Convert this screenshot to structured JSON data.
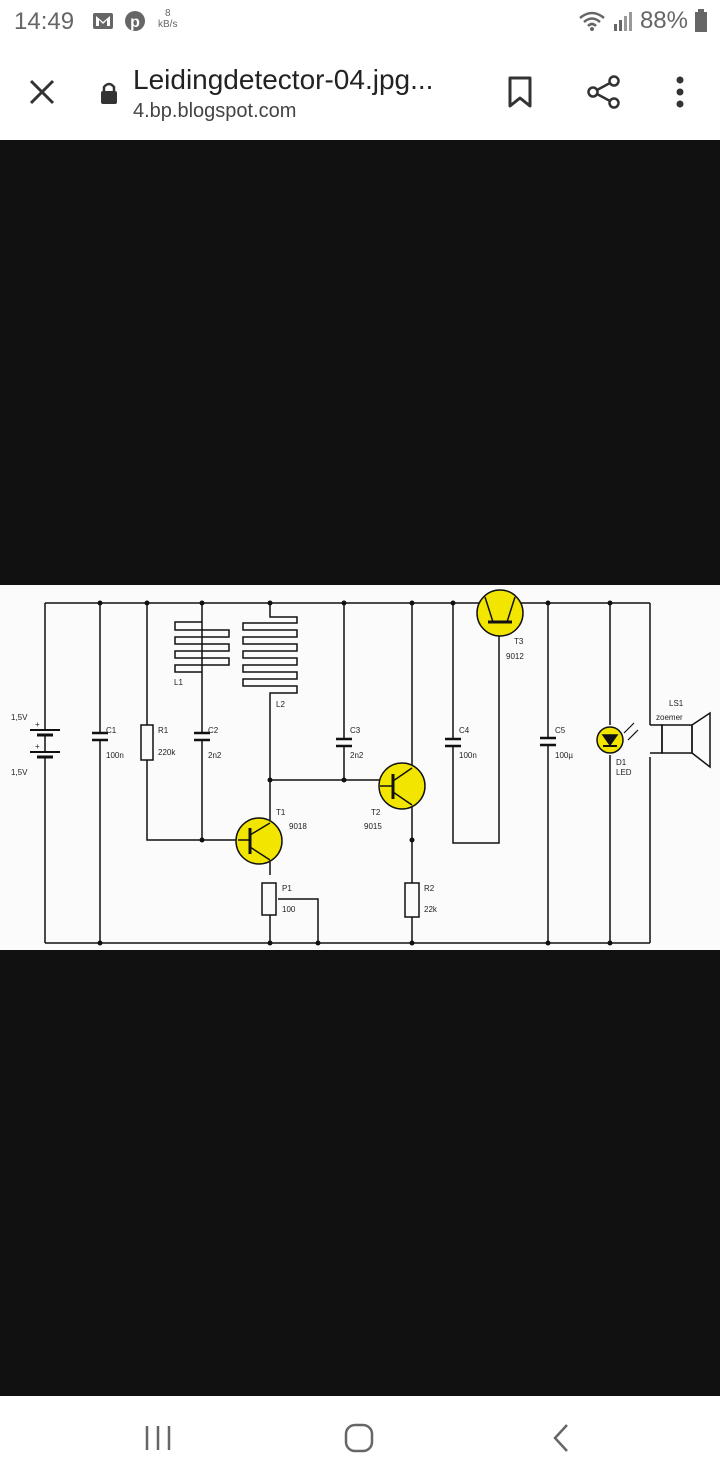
{
  "status_bar": {
    "time": "14:49",
    "data_speed_value": "8",
    "data_speed_unit": "kB/s",
    "battery_percent": "88%"
  },
  "top_bar": {
    "title": "Leidingdetector-04.jpg...",
    "url": "4.bp.blogspot.com"
  },
  "schematic": {
    "battery_top_label": "1,5V",
    "battery_bottom_label": "1,5V",
    "battery_plus_1": "+",
    "battery_plus_2": "+",
    "c1_name": "C1",
    "c1_value": "100n",
    "r1_name": "R1",
    "r1_value": "220k",
    "c2_name": "C2",
    "c2_value": "2n2",
    "l1_name": "L1",
    "l2_name": "L2",
    "c3_name": "C3",
    "c3_value": "2n2",
    "c4_name": "C4",
    "c4_value": "100n",
    "c5_name": "C5",
    "c5_value": "100µ",
    "t1_name": "T1",
    "t1_value": "9018",
    "t2_name": "T2",
    "t2_value": "9015",
    "t3_name": "T3",
    "t3_value": "9012",
    "p1_name": "P1",
    "p1_value": "100",
    "r2_name": "R2",
    "r2_value": "22k",
    "d1_name": "D1",
    "d1_value": "LED",
    "ls1_name": "LS1",
    "ls1_value": "zoemer"
  },
  "colors": {
    "transistor_fill": "#f2e600",
    "background_dark": "#111111",
    "schematic_bg": "#fbfbfb"
  },
  "icons": [
    "gmail-icon",
    "pinterest-icon",
    "wifi-icon",
    "signal-icon",
    "battery-icon",
    "close-icon",
    "lock-icon",
    "bookmark-icon",
    "share-icon",
    "more-icon",
    "recent-apps-icon",
    "home-icon",
    "back-icon"
  ]
}
